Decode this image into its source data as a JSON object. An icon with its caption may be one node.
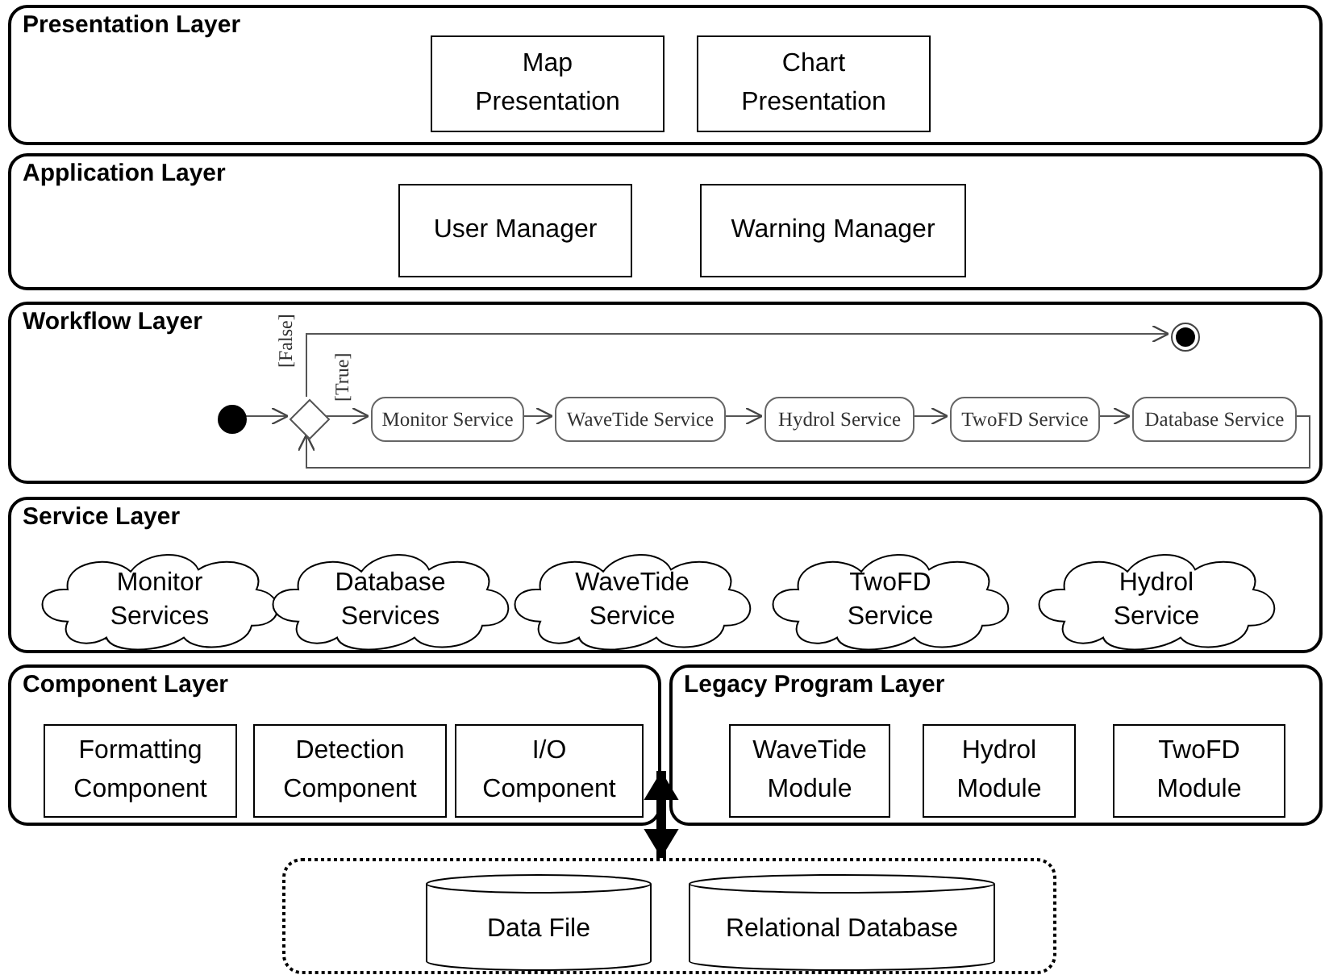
{
  "diagram": {
    "nodes": [
      {
        "text": [
          "Presentation Layer"
        ]
      },
      {
        "text": [
          "Map Presentation"
        ],
        "in": 0
      },
      {
        "text": [
          "Chart Presentation"
        ],
        "in": 0
      },
      {
        "text": [
          "Application Layer"
        ]
      },
      {
        "text": [
          "User Manager"
        ],
        "in": 3
      },
      {
        "text": [
          "Warning Manager"
        ],
        "in": 3
      },
      {
        "text": [
          "Workflow Layer"
        ]
      },
      {
        "text": [],
        "shape": "circle",
        "in": 6
      },
      {
        "text": [],
        "shape": "diamond",
        "in": 6
      },
      {
        "text": [
          "Monitor Service"
        ],
        "in": 6
      },
      {
        "text": [
          "WaveTide Service"
        ],
        "in": 6
      },
      {
        "text": [
          "Hydrol Service"
        ],
        "in": 6
      },
      {
        "text": [
          "TwoFD Service"
        ],
        "in": 6
      },
      {
        "text": [
          "Database Service"
        ],
        "in": 6
      },
      {
        "text": [],
        "shape": "circle",
        "in": 6
      },
      {
        "text": [
          "Service Layer"
        ]
      },
      {
        "text": [
          "Monitor Services"
        ],
        "in": 15
      },
      {
        "text": [
          "Database Services"
        ],
        "in": 15
      },
      {
        "text": [
          "WaveTide Service"
        ],
        "in": 15
      },
      {
        "text": [
          "TwoFD Service"
        ],
        "in": 15
      },
      {
        "text": [
          "Hydrol Service"
        ],
        "in": 15
      },
      {
        "text": [
          "Component Layer"
        ]
      },
      {
        "text": [
          "Formatting Component"
        ],
        "in": 21
      },
      {
        "text": [
          "Detection Component"
        ],
        "in": 21
      },
      {
        "text": [
          "I/O Component"
        ],
        "in": 21
      },
      {
        "text": [
          "Legacy Program Layer"
        ]
      },
      {
        "text": [
          "WaveTide Module"
        ],
        "in": 25
      },
      {
        "text": [
          "Hydrol Module"
        ],
        "in": 25
      },
      {
        "text": [
          "TwoFD Module"
        ],
        "in": 25
      },
      {
        "text": [],
        "shape": "box"
      },
      {
        "text": [
          "Data File"
        ],
        "in": 29
      },
      {
        "text": [
          "Relational Database"
        ],
        "in": 29
      }
    ],
    "edges": [
      {
        "from": 7,
        "to": 8,
        "arrow": "to"
      },
      {
        "from": 8,
        "to": 9,
        "arrow": "to",
        "label": "[True]"
      },
      {
        "from": 8,
        "to": 14,
        "arrow": "to",
        "label": "[False]"
      },
      {
        "from": 9,
        "to": 10,
        "arrow": "to"
      },
      {
        "from": 10,
        "to": 11,
        "arrow": "to"
      },
      {
        "from": 11,
        "to": 12,
        "arrow": "to"
      },
      {
        "from": 12,
        "to": 13,
        "arrow": "to"
      },
      {
        "from": 13,
        "to": 8,
        "arrow": "to"
      },
      {
        "from": 21,
        "to": 29,
        "arrow": "both",
        "style": "thick"
      }
    ]
  }
}
